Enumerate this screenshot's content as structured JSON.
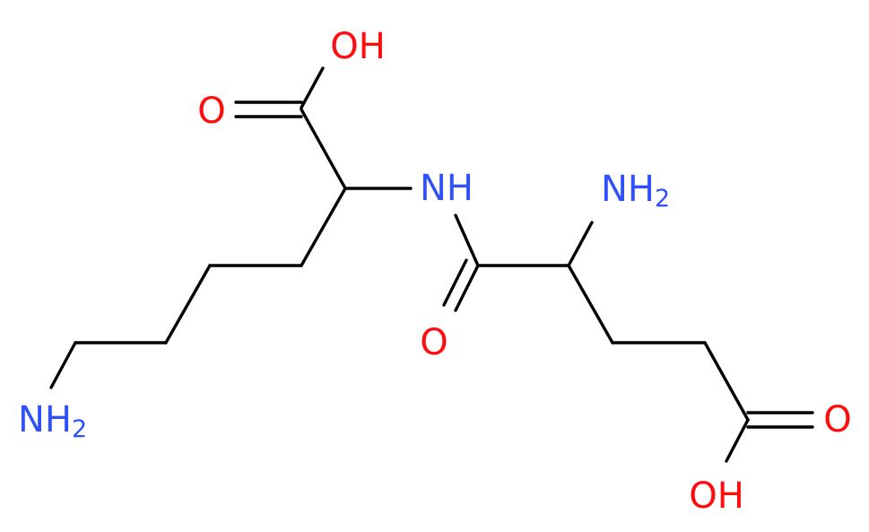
{
  "colors": {
    "oxygen": "#ff0d0d",
    "nitrogen": "#3050f8",
    "bond": "#000000"
  },
  "labels": {
    "oh_top": "OH",
    "o_top": "O",
    "nh_amide": "NH",
    "nh2_right_main": "NH",
    "nh2_right_sub": "2",
    "o_amide": "O",
    "nh2_left_main": "NH",
    "nh2_left_sub": "2",
    "o_right": "O",
    "oh_bottom": "OH"
  }
}
